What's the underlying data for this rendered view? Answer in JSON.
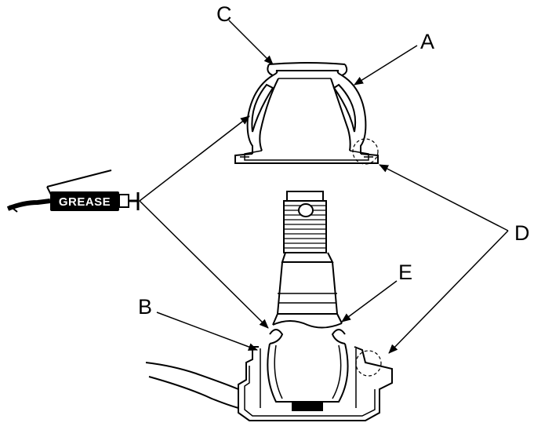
{
  "labels": {
    "a": "A",
    "b": "B",
    "c": "C",
    "d": "D",
    "e": "E"
  },
  "grease_gun": {
    "text": "GREASE"
  }
}
